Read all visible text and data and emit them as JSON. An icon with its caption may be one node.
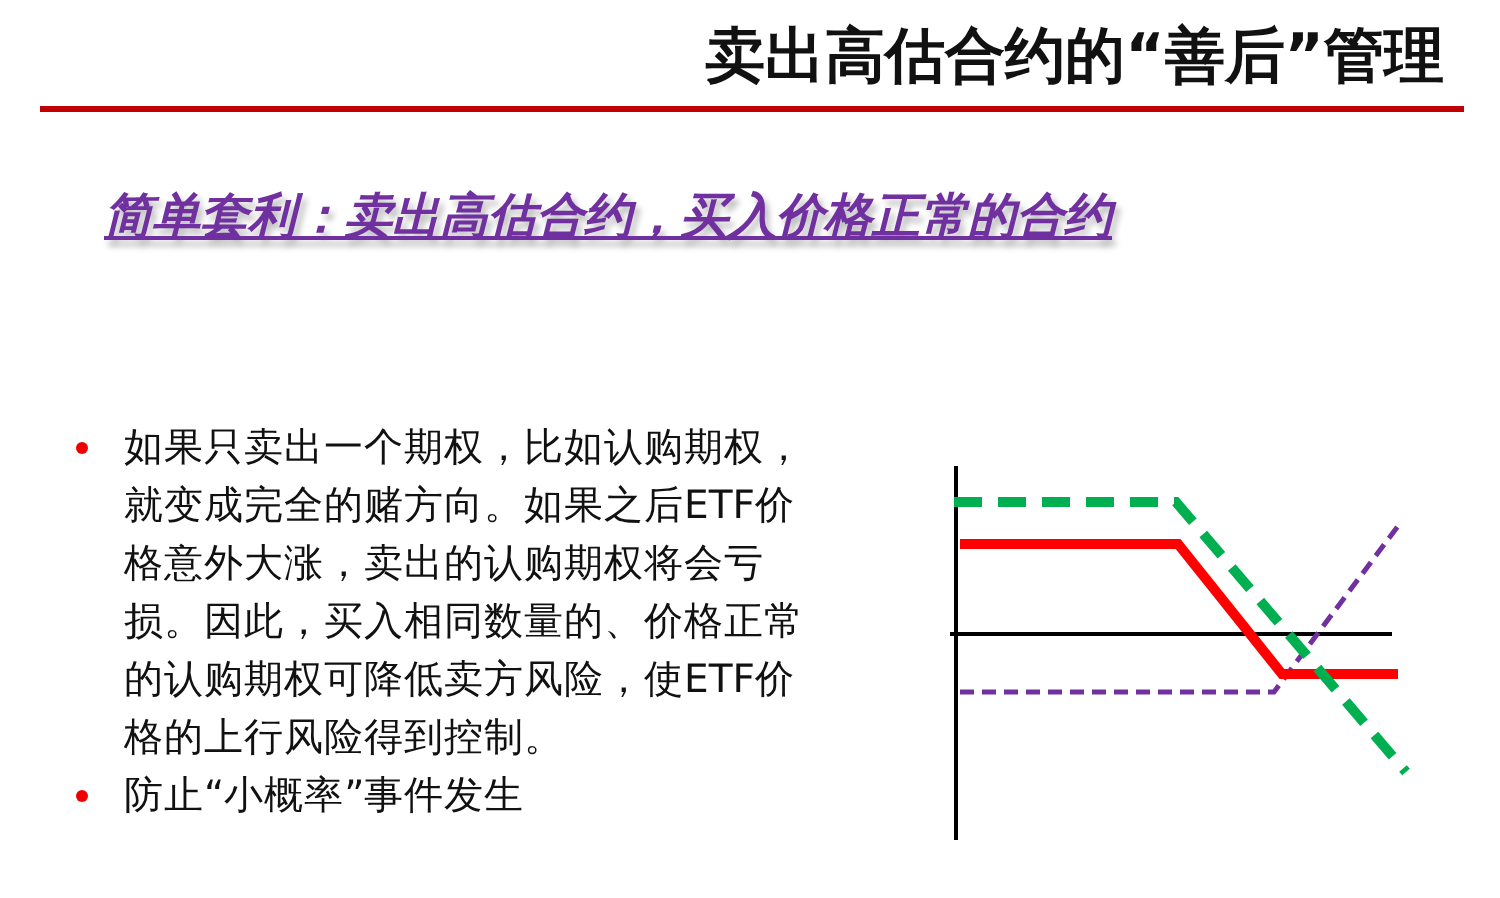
{
  "diagram": {
    "title": "卖出高估合约的“善后”管理",
    "labels": [
      "简单套利：卖出高估合约，买入价格正常的合约",
      "如果只卖出一个期权，比如认购期权，就变成完全的赌方向。如果之后ETF价格意外大涨，卖出的认购期权将会亏损。因此，买入相同数量的、价格正常的认购期权可降低卖方风险，使ETF价格的上行风险得到控制。",
      "防止“小概率”事件发生"
    ]
  }
}
